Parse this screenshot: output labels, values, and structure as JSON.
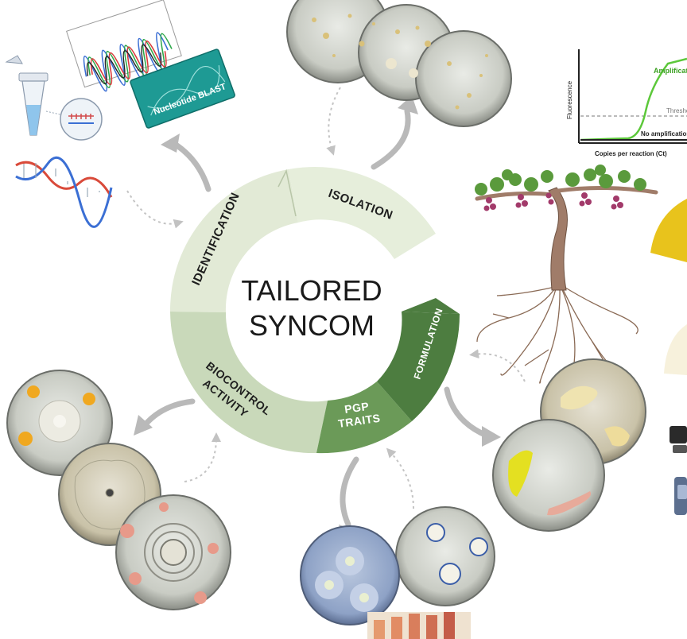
{
  "center": {
    "line1": "TAILORED",
    "line2": "SYNCOM"
  },
  "segments": {
    "isolation": "ISOLATION",
    "identification": "IDENTIFICATION",
    "biocontrol_line1": "BIOCONTROL",
    "biocontrol_line2": "ACTIVITY",
    "pgp_line1": "PGP",
    "pgp_line2": "TRAITS",
    "formulation": "FORMULATION"
  },
  "blast_card": {
    "title": "Nucleotide BLAST"
  },
  "qpcr": {
    "ylabel": "Fluorescence",
    "xlabel": "Copies per reaction (Ct)",
    "amplification": "Amplification",
    "threshold": "Threshold",
    "no_amplification": "No amplification"
  },
  "colors": {
    "ring_light": "#e3ecd8",
    "ring_mid": "#c4d6b4",
    "ring_dark": "#5f8a4f",
    "ring_darkest": "#4a7a3e",
    "arrow_gray": "#b8b8b8",
    "accent_yellow": "#e8c31c"
  }
}
